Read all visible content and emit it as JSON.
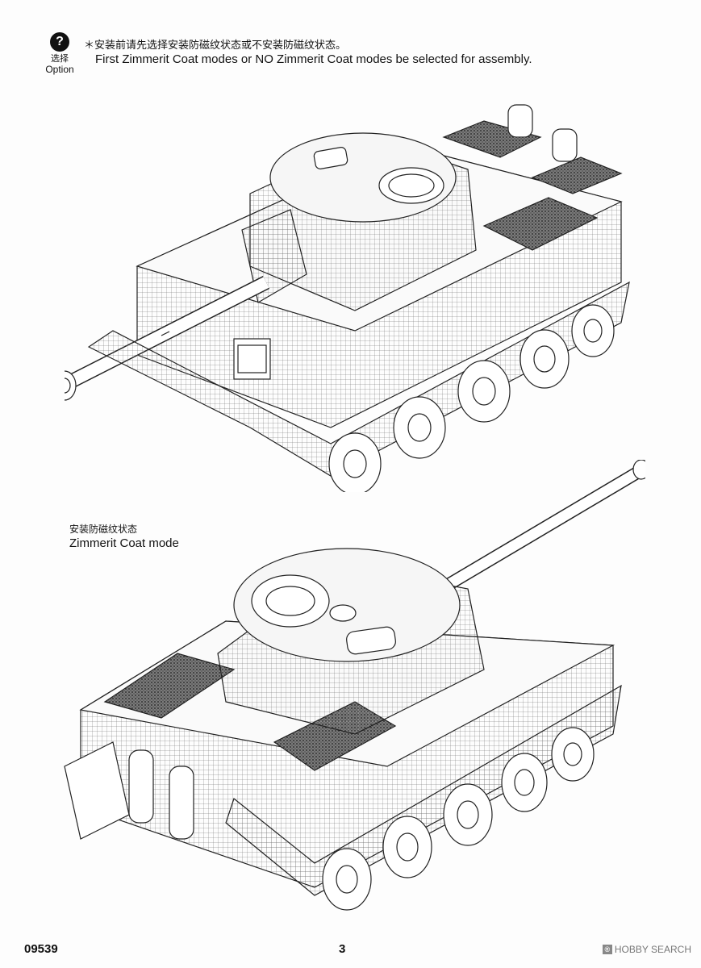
{
  "option": {
    "icon": "question-mark-icon",
    "icon_glyph": "?",
    "label_zh": "选择",
    "label_en": "Option"
  },
  "instruction": {
    "text_zh": "＊安装前请先选择安装防磁纹状态或不安装防磁纹状态。",
    "text_en": "First Zimmerit Coat modes or NO Zimmerit Coat modes be selected for assembly."
  },
  "zimmerit_section": {
    "title_zh": "安装防磁纹状态",
    "title_en": "Zimmerit Coat mode"
  },
  "footer": {
    "product_code": "09539",
    "page_number": "3"
  },
  "watermark": {
    "box_glyph": "®",
    "text": "HOBBY SEARCH"
  }
}
